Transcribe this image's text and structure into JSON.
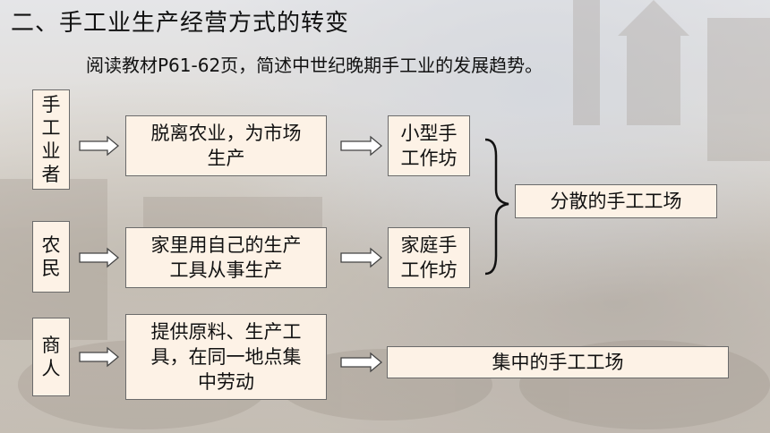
{
  "title": "二、手工业生产经营方式的转变",
  "subtitle": "阅读教材P61-62页，简述中世纪晚期手工业的发展趋势。",
  "sources": [
    {
      "chars": [
        "手",
        "工",
        "业",
        "者"
      ]
    },
    {
      "chars": [
        "农",
        "民"
      ]
    },
    {
      "chars": [
        "商",
        "人"
      ]
    }
  ],
  "processes": [
    {
      "lines": [
        "脱离农业，为市场",
        "生产"
      ]
    },
    {
      "lines": [
        "家里用自己的生产",
        "工具从事生产"
      ]
    },
    {
      "lines": [
        "提供原料、生产工",
        "具，在同一地点集",
        "中劳动"
      ]
    }
  ],
  "results": [
    {
      "lines": [
        "小型手",
        "工作坊"
      ]
    },
    {
      "lines": [
        "家庭手",
        "工作坊"
      ]
    }
  ],
  "outcomes": {
    "dispersed": "分散的手工工场",
    "centralized": "集中的手工工场"
  },
  "colors": {
    "box_fill": "#fdf2e6",
    "box_border": "#6b6b6b",
    "text": "#111111"
  }
}
